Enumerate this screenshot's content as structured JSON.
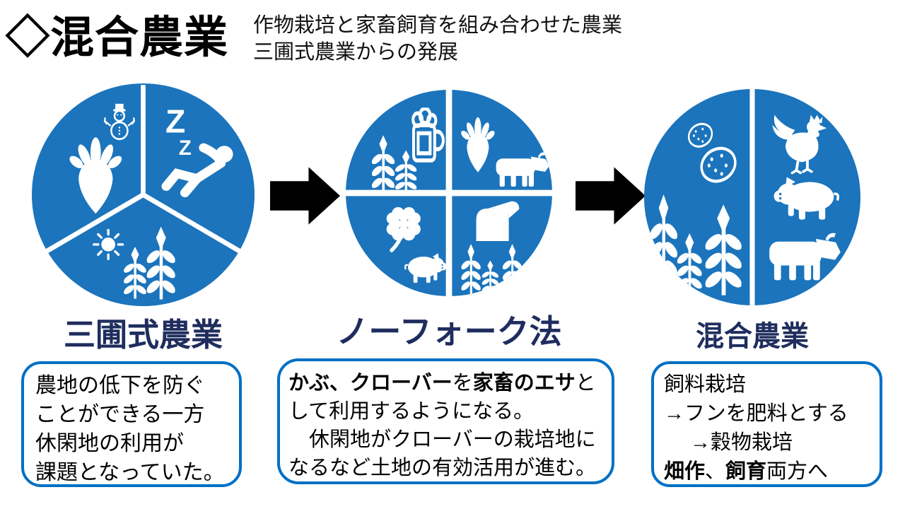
{
  "title": "◇混合農業",
  "subtitle": {
    "line1": "作物栽培と家畜飼育を組み合わせた農業",
    "line2": "三圃式農業からの発展"
  },
  "colors": {
    "circle_blue": "#1B74BC",
    "label_navy": "#1F2D5E",
    "box_border": "#0070C5",
    "arrow": "#000000"
  },
  "circles": {
    "c1": {
      "label": "三圃式農業",
      "z_large": "Z",
      "z_small": "Z",
      "icons": [
        "snowman-icon",
        "turnip-icon",
        "sleep-zz-icon",
        "sleeping-person-icon",
        "sun-icon",
        "wheat-icon",
        "wheat-icon"
      ]
    },
    "c2": {
      "label": "ノーフォーク法",
      "icons": [
        "wheat-icon",
        "wheat-icon",
        "beer-icon",
        "turnip-icon",
        "cow-icon",
        "clover-icon",
        "pig-icon",
        "bread-icon",
        "wheat-icon",
        "wheat-icon",
        "wheat-icon",
        "wheat-icon"
      ]
    },
    "c3": {
      "label": "混合農業",
      "icons": [
        "potato-icon",
        "potato-icon",
        "wheat-icon",
        "wheat-icon",
        "wheat-icon",
        "rooster-icon",
        "pig-icon",
        "cow-icon"
      ]
    }
  },
  "arrows": {
    "a1": "arrow-right-icon",
    "a2": "arrow-right-icon"
  },
  "boxes": {
    "box1": {
      "l1": "農地の低下を防ぐ",
      "l2": "ことができる一方",
      "l3": "休閑地の利用が",
      "l4": "課題となっていた。"
    },
    "box2": {
      "l1_b1": " かぶ、クローバー",
      "l1_n1": "を",
      "l1_b2": "家畜のエサ",
      "l1_n2": "と",
      "l2": "して利用するようになる。",
      "l3": "　休閑地がクローバーの栽培地に",
      "l4": "なるなど土地の有効活用が進む。"
    },
    "box3": {
      "l1": "飼料栽培",
      "l2": " →フンを肥料とする",
      "l3": "　 →穀物栽培",
      "l4_b1": "畑作",
      "l4_n1": "、",
      "l4_b2": "飼育",
      "l4_n2": "両方へ"
    }
  }
}
